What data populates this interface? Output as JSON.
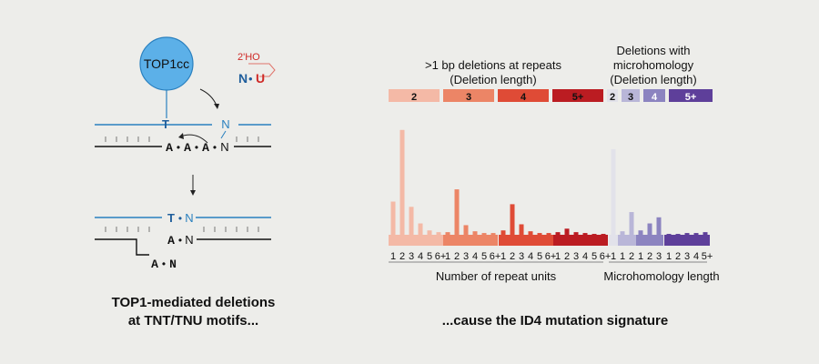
{
  "left_panel": {
    "enzyme_label": "TOP1cc",
    "hydroxyl_label": "2'HO",
    "nu_n": "N",
    "nu_dot": "•",
    "nu_u": "U",
    "top_strand_t": "T",
    "top_strand_n": "N",
    "bottom_a1": "A",
    "bottom_a2": "A",
    "bottom_a3": "A",
    "bottom_n": "N",
    "bottom_dot1": "•",
    "bottom_dot2": "•",
    "bottom_dot3": "•",
    "lower_top_t": "T",
    "lower_top_dot": "•",
    "lower_top_n": "N",
    "lower_mid_a": "A",
    "lower_mid_dot": "•",
    "lower_mid_n": "N",
    "loop_a": "A",
    "loop_dot": "•",
    "loop_n": "N",
    "caption_line1": "TOP1-mediated deletions",
    "caption_line2": "at TNT/TNU motifs..."
  },
  "right_panel": {
    "header_repeats_line1": ">1 bp deletions at repeats",
    "header_repeats_line2": "(Deletion length)",
    "header_micro_line1": "Deletions with",
    "header_micro_line2": "microhomology",
    "header_micro_line3": "(Deletion length)",
    "legend_repeats": [
      {
        "label": "2",
        "color": "#f4b9a6"
      },
      {
        "label": "3",
        "color": "#ec8566"
      },
      {
        "label": "4",
        "color": "#df4b36"
      },
      {
        "label": "5+",
        "color": "#bb1c22"
      }
    ],
    "legend_micro": [
      {
        "label": "2",
        "color": "#e2e2ea"
      },
      {
        "label": "3",
        "color": "#b9b6d8"
      },
      {
        "label": "4",
        "color": "#8c84c0"
      },
      {
        "label": "5+",
        "color": "#5e3f9a"
      }
    ],
    "xlabel_repeats": "Number of repeat units",
    "xlabel_micro": "Microhomology length",
    "caption": "...cause the ID4 mutation signature"
  },
  "chart_data": {
    "type": "bar",
    "title": "",
    "ylabel": "",
    "ylim": [
      0,
      125
    ],
    "groups": [
      {
        "name": "2",
        "family": "repeats",
        "color": "#f4b9a6",
        "ticks": [
          "1",
          "2",
          "3",
          "4",
          "5",
          "6+"
        ],
        "values": [
          38,
          120,
          32,
          13,
          5,
          3
        ]
      },
      {
        "name": "3",
        "family": "repeats",
        "color": "#ec8566",
        "ticks": [
          "1",
          "2",
          "3",
          "4",
          "5",
          "6+"
        ],
        "values": [
          3,
          52,
          11,
          4,
          2,
          2
        ]
      },
      {
        "name": "4",
        "family": "repeats",
        "color": "#df4b36",
        "ticks": [
          "1",
          "2",
          "3",
          "4",
          "5",
          "6+"
        ],
        "values": [
          5,
          35,
          12,
          4,
          2,
          2
        ]
      },
      {
        "name": "5+",
        "family": "repeats",
        "color": "#bb1c22",
        "ticks": [
          "1",
          "2",
          "3",
          "4",
          "5",
          "6+"
        ],
        "values": [
          3,
          7,
          3,
          2,
          1,
          1
        ]
      },
      {
        "name": "2",
        "family": "micro",
        "color": "#e2e2ea",
        "ticks": [
          "1"
        ],
        "values": [
          98
        ]
      },
      {
        "name": "3",
        "family": "micro",
        "color": "#b9b6d8",
        "ticks": [
          "1",
          "2"
        ],
        "values": [
          4,
          26
        ]
      },
      {
        "name": "4",
        "family": "micro",
        "color": "#8c84c0",
        "ticks": [
          "1",
          "2",
          "3"
        ],
        "values": [
          5,
          13,
          20
        ]
      },
      {
        "name": "5+",
        "family": "micro",
        "color": "#5e3f9a",
        "ticks": [
          "1",
          "2",
          "3",
          "4",
          "5+"
        ],
        "values": [
          1,
          1,
          2,
          2,
          3
        ]
      }
    ]
  }
}
